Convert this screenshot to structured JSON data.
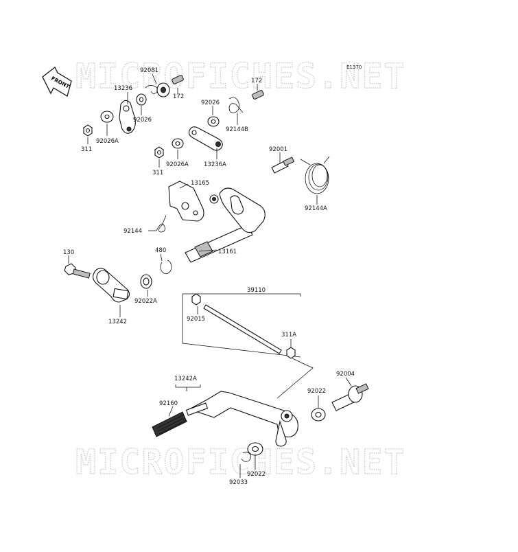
{
  "diagram_code": "E1370",
  "watermark_text": "MICROFICHES.NET",
  "front_label": "FRONT",
  "callouts": {
    "c92081": "92081",
    "c13236": "13236",
    "c172a": "172",
    "c172b": "172",
    "c92026a": "92026",
    "c92026b": "92026",
    "c311a": "311",
    "c92026Aa": "92026A",
    "c92144B": "92144B",
    "c311b": "311",
    "c92026Ab": "92026A",
    "c13236A": "13236A",
    "c92001": "92001",
    "c13165": "13165",
    "c92144A": "92144A",
    "c92144": "92144",
    "c480": "480",
    "c13161": "13161",
    "c130": "130",
    "c92022A": "92022A",
    "c13242": "13242",
    "c39110": "39110",
    "c92015": "92015",
    "c311A": "311A",
    "c13242A": "13242A",
    "c92004": "92004",
    "c92160": "92160",
    "c92022a": "92022",
    "c92022b": "92022",
    "c92033": "92033"
  }
}
